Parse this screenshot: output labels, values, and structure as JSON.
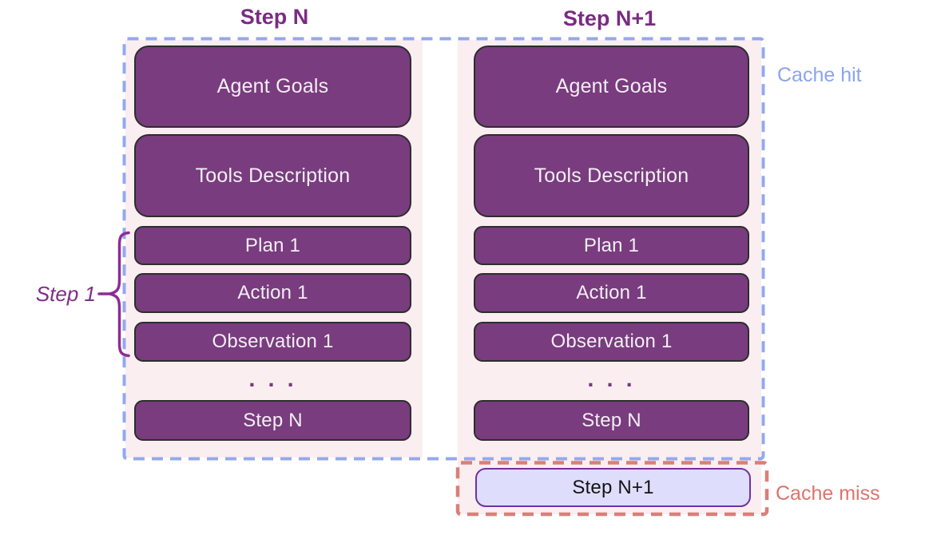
{
  "columns": [
    {
      "title": "Step N",
      "boxes": [
        "Agent Goals",
        "Tools Description",
        "Plan 1",
        "Action 1",
        "Observation 1"
      ],
      "ellipsis": ". . .",
      "final_box": "Step N"
    },
    {
      "title": "Step N+1",
      "boxes": [
        "Agent Goals",
        "Tools Description",
        "Plan 1",
        "Action 1",
        "Observation 1"
      ],
      "ellipsis": ". . .",
      "final_box": "Step N",
      "uncached_box": "Step N+1"
    }
  ],
  "annotations": {
    "step1": "Step 1",
    "cache_hit": "Cache hit",
    "cache_miss": "Cache miss"
  },
  "colors": {
    "box_fill": "#793C7E",
    "box_border": "#2D2D2D",
    "box_text": "#F3EFF5",
    "panel_pink": "#FAEEF1",
    "cache_hit_dash": "#93A9ED",
    "cache_hit_text": "#8CA4EE",
    "cache_miss_dash": "#D98078",
    "cache_miss_text": "#DD746C",
    "title_text": "#7B2B84",
    "uncached_fill": "#DEDDFB",
    "uncached_border": "#7232A0",
    "brace": "#8E2C96"
  }
}
